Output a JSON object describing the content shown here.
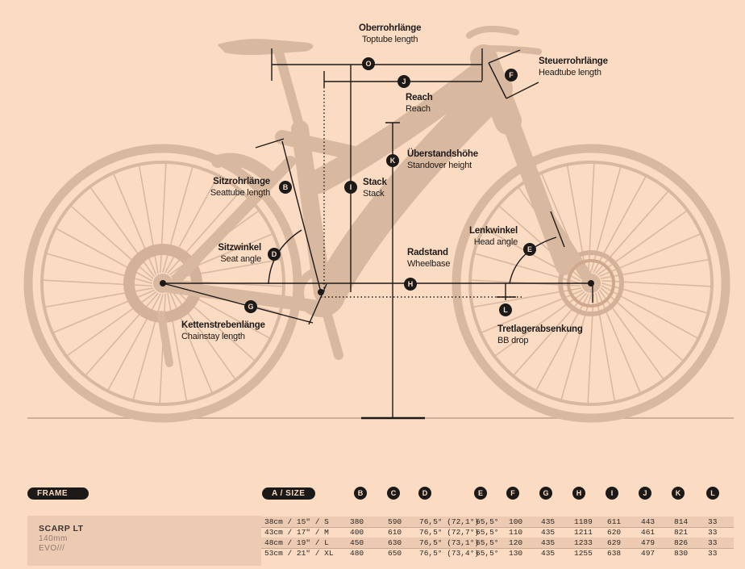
{
  "labels": {
    "O": {
      "de": "Oberrohrlänge",
      "en": "Toptube length"
    },
    "J": {
      "de": "Reach",
      "en": "Reach"
    },
    "F": {
      "de": "Steuerrohrlänge",
      "en": "Headtube length"
    },
    "K": {
      "de": "Überstandshöhe",
      "en": "Standover height"
    },
    "I": {
      "de": "Stack",
      "en": "Stack"
    },
    "B": {
      "de": "Sitzrohrlänge",
      "en": "Seattube length"
    },
    "D": {
      "de": "Sitzwinkel",
      "en": "Seat angle"
    },
    "H": {
      "de": "Radstand",
      "en": "Wheelbase"
    },
    "E": {
      "de": "Lenkwinkel",
      "en": "Head angle"
    },
    "G": {
      "de": "Kettenstrebenlänge",
      "en": "Chainstay length"
    },
    "L": {
      "de": "Tretlagerabsenkung",
      "en": "BB drop"
    }
  },
  "colors": {
    "background": "#fbdcc3",
    "bike": "#d9b8a0",
    "ink": "#1c1a19"
  },
  "table": {
    "frame_label": "FRAME",
    "size_label": "A / SIZE",
    "columns": [
      "B",
      "C",
      "D",
      "E",
      "F",
      "G",
      "H",
      "I",
      "J",
      "K",
      "L"
    ],
    "model": {
      "name": "SCARP LT",
      "travel": "140mm",
      "variant": "EVO///"
    },
    "rows": [
      {
        "size": "38cm / 15\" / S",
        "values": [
          "380",
          "590",
          "76,5° (72,1°)",
          "65,5°",
          "100",
          "435",
          "1189",
          "611",
          "443",
          "814",
          "33"
        ]
      },
      {
        "size": "43cm / 17\" / M",
        "values": [
          "400",
          "610",
          "76,5° (72,7°)",
          "65,5°",
          "110",
          "435",
          "1211",
          "620",
          "461",
          "821",
          "33"
        ]
      },
      {
        "size": "48cm / 19\" / L",
        "values": [
          "450",
          "630",
          "76,5° (73,1°)",
          "65,5°",
          "120",
          "435",
          "1233",
          "629",
          "479",
          "826",
          "33"
        ]
      },
      {
        "size": "53cm / 21\" / XL",
        "values": [
          "480",
          "650",
          "76,5° (73,4°)",
          "65,5°",
          "130",
          "435",
          "1255",
          "638",
          "497",
          "830",
          "33"
        ]
      }
    ]
  }
}
